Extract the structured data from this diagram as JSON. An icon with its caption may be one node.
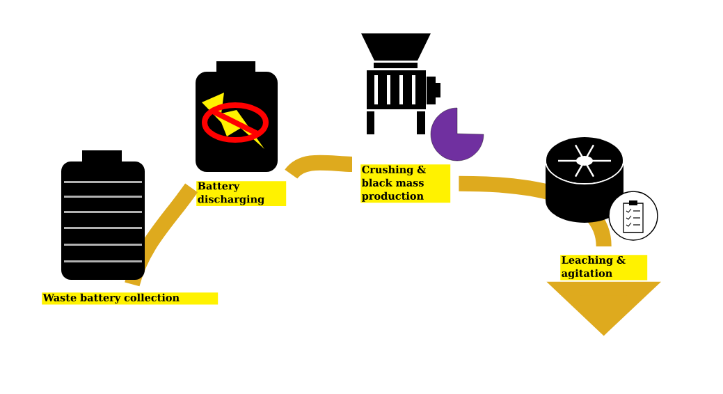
{
  "diagram": {
    "nodes": [
      {
        "text": [
          "Waste battery collection"
        ]
      },
      {
        "text": [
          "Battery discharging"
        ]
      },
      {
        "text": [
          "Crushing & black mass production"
        ]
      },
      {
        "text": [
          "Leaching & agitation"
        ]
      }
    ],
    "edges": [
      {
        "from": 0,
        "to": 1,
        "arrow": "none"
      },
      {
        "from": 1,
        "to": 2,
        "arrow": "none"
      },
      {
        "from": 2,
        "to": 3,
        "arrow": "none"
      },
      {
        "from": 3,
        "to": null,
        "arrow": "to"
      }
    ]
  }
}
